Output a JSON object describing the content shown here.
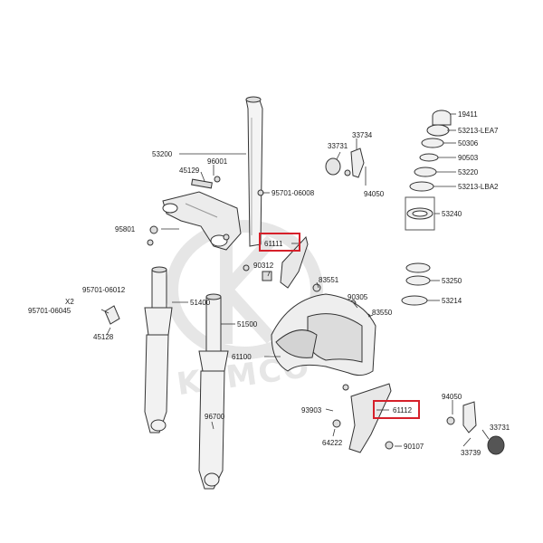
{
  "diagram": {
    "watermark": {
      "brand": "KYMCO"
    },
    "highlight_color": "#d6202a",
    "line_color": "#333333",
    "labels": [
      {
        "id": "19411",
        "text": "19411"
      },
      {
        "id": "53213-LEA7",
        "text": "53213-LEA7"
      },
      {
        "id": "50306",
        "text": "50306"
      },
      {
        "id": "90503",
        "text": "90503"
      },
      {
        "id": "53220",
        "text": "53220"
      },
      {
        "id": "53213-LBA2",
        "text": "53213-LBA2"
      },
      {
        "id": "53240",
        "text": "53240"
      },
      {
        "id": "33734",
        "text": "33734"
      },
      {
        "id": "33731-top",
        "text": "33731"
      },
      {
        "id": "94050-top",
        "text": "94050"
      },
      {
        "id": "53200",
        "text": "53200"
      },
      {
        "id": "96001",
        "text": "96001"
      },
      {
        "id": "45129",
        "text": "45129"
      },
      {
        "id": "95701-06008",
        "text": "95701-06008"
      },
      {
        "id": "95801",
        "text": "95801"
      },
      {
        "id": "61111",
        "text": "61111"
      },
      {
        "id": "90312",
        "text": "90312"
      },
      {
        "id": "83551",
        "text": "83551"
      },
      {
        "id": "53250",
        "text": "53250"
      },
      {
        "id": "53214",
        "text": "53214"
      },
      {
        "id": "95701-06012",
        "text": "95701-06012"
      },
      {
        "id": "x2",
        "text": "X2"
      },
      {
        "id": "95701-06045",
        "text": "95701-06045"
      },
      {
        "id": "51400",
        "text": "51400"
      },
      {
        "id": "51500",
        "text": "51500"
      },
      {
        "id": "90305",
        "text": "90305"
      },
      {
        "id": "83550",
        "text": "83550"
      },
      {
        "id": "45128",
        "text": "45128"
      },
      {
        "id": "61100",
        "text": "61100"
      },
      {
        "id": "94050-bot",
        "text": "94050"
      },
      {
        "id": "96700",
        "text": "96700"
      },
      {
        "id": "93903",
        "text": "93903"
      },
      {
        "id": "61112",
        "text": "61112"
      },
      {
        "id": "33731-bot",
        "text": "33731"
      },
      {
        "id": "64222",
        "text": "64222"
      },
      {
        "id": "90107",
        "text": "90107"
      },
      {
        "id": "33739",
        "text": "33739"
      }
    ],
    "highlighted": [
      "61111",
      "61112"
    ]
  }
}
